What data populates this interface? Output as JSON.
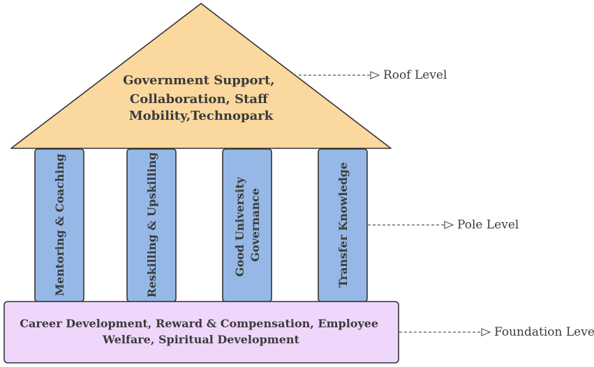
{
  "roof": {
    "lines": [
      "Government Support,",
      "Collaboration, Staff",
      "Mobility,Technopark"
    ],
    "color": "#fbd89e"
  },
  "pillars": {
    "color": "#96b8e6",
    "items": [
      {
        "lines": [
          "Mentoring & Coaching"
        ]
      },
      {
        "lines": [
          "Reskilling & Upskilling"
        ]
      },
      {
        "lines": [
          "Good University",
          "Governance"
        ]
      },
      {
        "lines": [
          "Transfer Knowledge"
        ]
      }
    ]
  },
  "foundation": {
    "lines": [
      "Career Development, Reward & Compensation, Employee",
      "Welfare, Spiritual Development"
    ],
    "color": "#efd6fb"
  },
  "levels": {
    "roof": "Roof Level",
    "pole": "Pole Level",
    "foundation": "Foundation Level"
  }
}
